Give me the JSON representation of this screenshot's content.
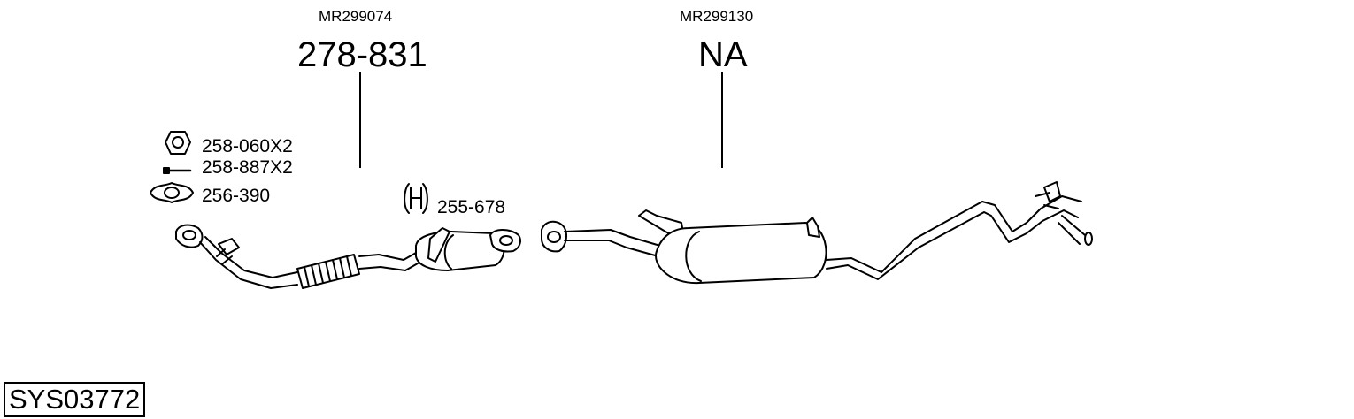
{
  "assemblies": [
    {
      "oem": "MR299074",
      "part": "278-831"
    },
    {
      "oem": "MR299130",
      "part": "NA"
    }
  ],
  "parts": {
    "nut": {
      "label": "258-060X2",
      "icon": "hex-nut-icon"
    },
    "bolt": {
      "label": "258-887X2",
      "icon": "bolt-icon"
    },
    "gasket": {
      "label": "256-390",
      "icon": "flange-gasket-icon"
    },
    "hanger": {
      "label": "255-678",
      "icon": "rubber-hanger-icon"
    }
  },
  "system_code": "SYS03772",
  "colors": {
    "line": "#000000",
    "background": "#ffffff"
  }
}
